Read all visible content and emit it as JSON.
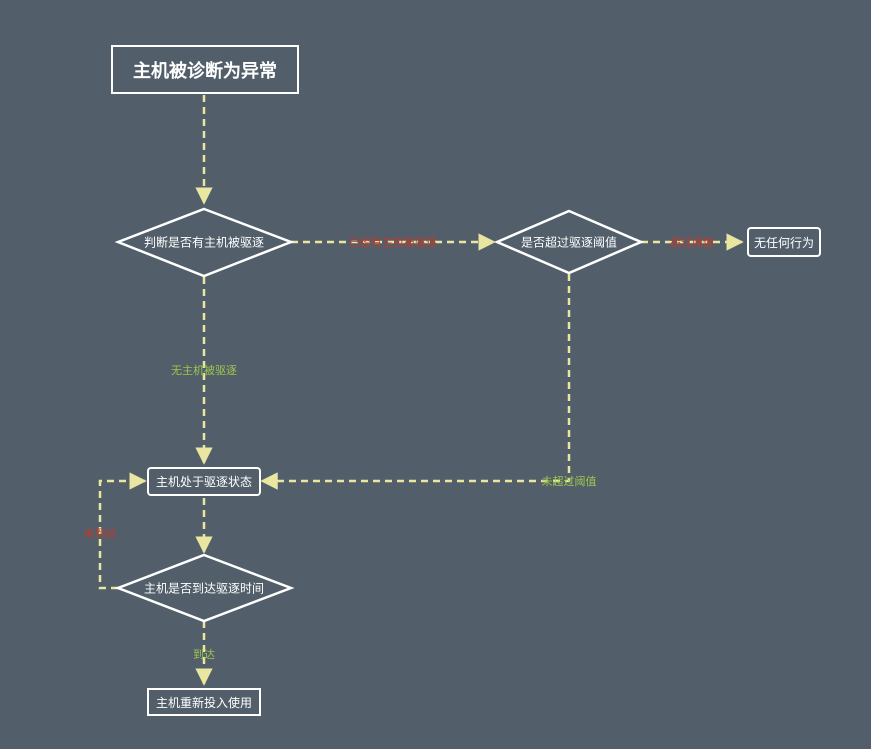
{
  "colors": {
    "background": "#525f6a",
    "node_border": "#ffffff",
    "edge": "#e8e6a0",
    "label_red": "#c0392b",
    "label_green": "#9ec64b"
  },
  "nodes": {
    "start": "主机被诊断为异常",
    "decision_evicted": "判断是否有主机被驱逐",
    "decision_threshold": "是否超过驱逐阈值",
    "no_action": "无任何行为",
    "eviction_state": "主机处于驱逐状态",
    "decision_time": "主机是否到达驱逐时间",
    "reuse": "主机重新投入使用"
  },
  "edges": {
    "has_evicted": "已经有主机被驱逐",
    "over_threshold": "超过阈值",
    "none_evicted": "无主机被驱逐",
    "under_threshold": "未超过阈值",
    "not_reached": "未到达",
    "reached": "到达"
  }
}
